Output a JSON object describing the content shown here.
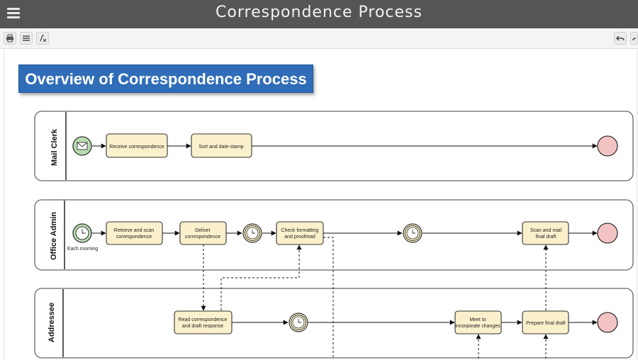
{
  "window": {
    "title": "Correspondence Process"
  },
  "heading": "Overview of Correspondence Process",
  "lanes": [
    {
      "label": "Mail Clerk"
    },
    {
      "label": "Office Admin"
    },
    {
      "label": "Addressee"
    }
  ],
  "tasks": {
    "receive": [
      "Receive correspondence"
    ],
    "sort": [
      "Sort and date-stamp"
    ],
    "retrieve": [
      "Retrieve and scan",
      "correspondence"
    ],
    "deliver": [
      "Deliver",
      "correspondence"
    ],
    "check": [
      "Check formatting",
      "and proofread"
    ],
    "scan_mail": [
      "Scan and mail",
      "final draft"
    ],
    "read": [
      "Read correspondence",
      "and draft response"
    ],
    "meet": [
      "Meet to",
      "incorporate changes"
    ],
    "prepare": [
      "Prepare final draft"
    ]
  },
  "event_labels": {
    "each_morning": "Each morning"
  },
  "icons": {
    "menu": "hamburger-menu-icon",
    "print": "print-icon",
    "list": "list-icon",
    "format": "clear-format-icon",
    "undo": "undo-icon",
    "redo": "redo-icon"
  },
  "colors": {
    "header": "#555555",
    "heading_bg": "#2f6db8",
    "task_fill": "#fbf0cc",
    "start_fill": "#b9dcb0",
    "end_fill": "#f3c3c3"
  }
}
